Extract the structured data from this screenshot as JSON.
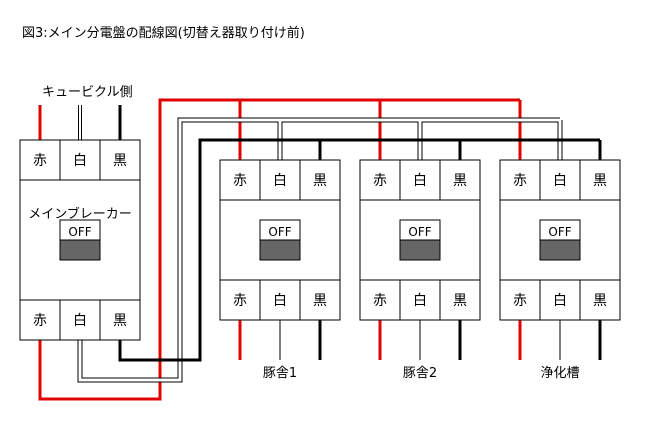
{
  "title": "図3:メイン分電盤の配線図(切替え器取り付け前)",
  "source_label": "キュービクル側",
  "terminal_labels": [
    "赤",
    "白",
    "黒"
  ],
  "switch_label": "OFF",
  "main_breaker": {
    "name": "メインブレーカー"
  },
  "branches": [
    {
      "name": "豚舎1"
    },
    {
      "name": "豚舎2"
    },
    {
      "name": "浄化槽"
    }
  ],
  "colors": {
    "red_wire": "#e00000",
    "white_wire": "#ffffff",
    "black_wire": "#000000",
    "switch_fill": "#666666"
  }
}
